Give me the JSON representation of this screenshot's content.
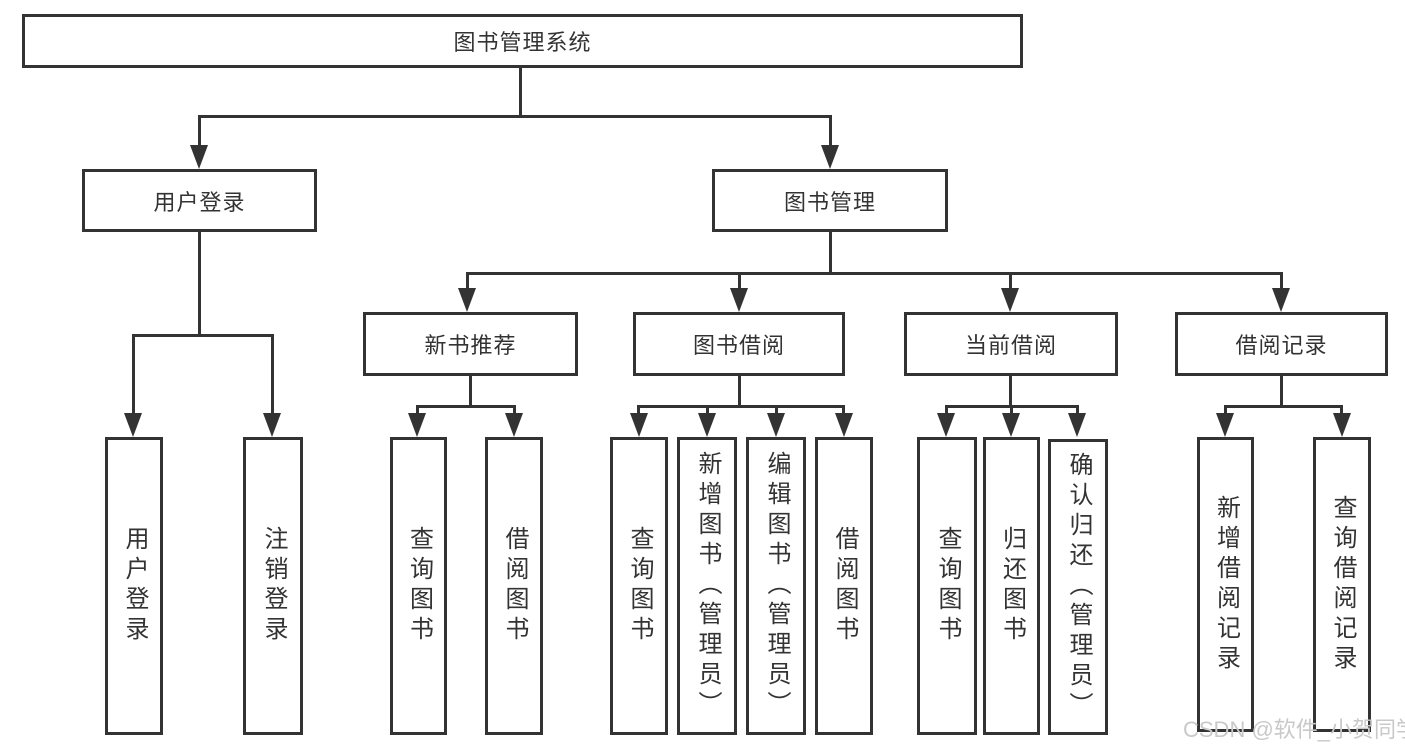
{
  "colors": {
    "line": "#333333",
    "text": "#333333",
    "background": "#ffffff",
    "watermark": "#c9c9c9"
  },
  "watermark": "CSDN @软件_小贺同学",
  "tree": {
    "root": {
      "label": "图书管理系统"
    },
    "branches": [
      {
        "label": "用户登录",
        "children": [
          {
            "label": "用户登录"
          },
          {
            "label": "注销登录"
          }
        ]
      },
      {
        "label": "图书管理",
        "children": [
          {
            "label": "新书推荐",
            "children": [
              {
                "label": "查询图书"
              },
              {
                "label": "借阅图书"
              }
            ]
          },
          {
            "label": "图书借阅",
            "children": [
              {
                "label": "查询图书"
              },
              {
                "label": "新增图书（管理员）"
              },
              {
                "label": "编辑图书（管理员）"
              },
              {
                "label": "借阅图书"
              }
            ]
          },
          {
            "label": "当前借阅",
            "children": [
              {
                "label": "查询图书"
              },
              {
                "label": "归还图书"
              },
              {
                "label": "确认归还（管理员）"
              }
            ]
          },
          {
            "label": "借阅记录",
            "children": [
              {
                "label": "新增借阅记录"
              },
              {
                "label": "查询借阅记录"
              }
            ]
          }
        ]
      }
    ]
  }
}
